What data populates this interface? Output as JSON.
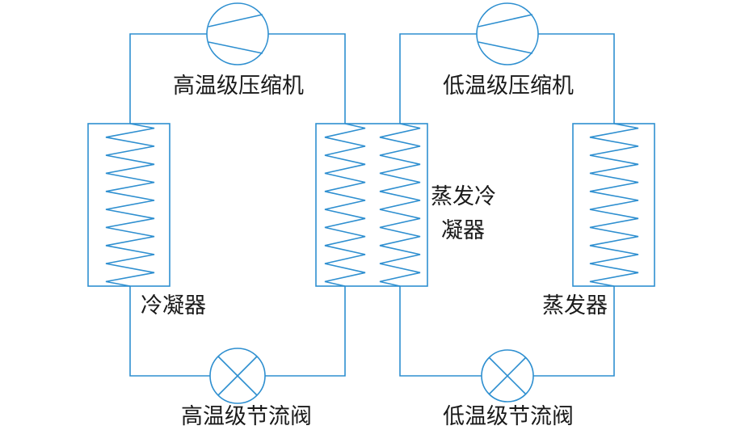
{
  "colors": {
    "line": "#2e8fd0",
    "text": "#1a1a1a",
    "background": "#ffffff"
  },
  "labels": {
    "high_compressor": "高温级压缩机",
    "low_compressor": "低温级压缩机",
    "condenser": "冷凝器",
    "evap_condenser_line1": "蒸发冷",
    "evap_condenser_line2": "凝器",
    "evaporator": "蒸发器",
    "high_throttle": "高温级节流阀",
    "low_throttle": "低温级节流阀"
  }
}
